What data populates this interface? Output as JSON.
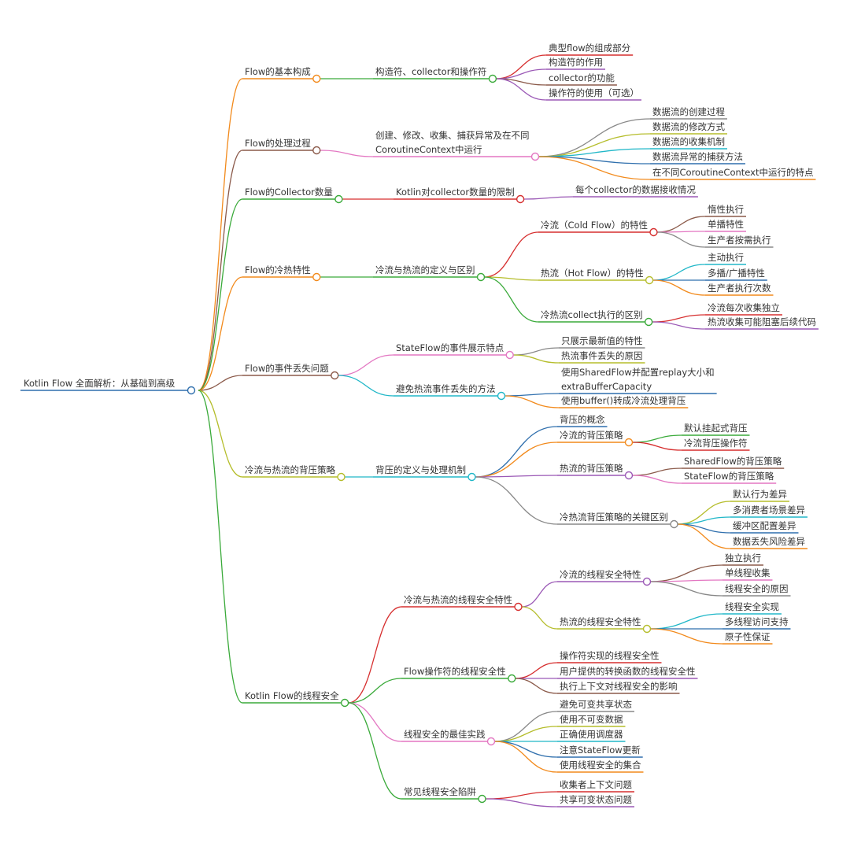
{
  "root": {
    "label": "Kotlin Flow 全面解析：从基础到高级",
    "color": "#2f6fad"
  },
  "branches": [
    {
      "label": "Flow的基本构成",
      "color": "#f28a1c",
      "children": [
        {
          "label": "构造符、collector和操作符",
          "color": "#3aaa3a",
          "children": [
            {
              "label": "典型flow的组成部分",
              "color": "#d62e2e"
            },
            {
              "label": "构造符的作用",
              "color": "#9b59b6"
            },
            {
              "label": "collector的功能",
              "color": "#8b5a4a"
            },
            {
              "label": "操作符的使用（可选）",
              "color": "#9b59b6"
            }
          ]
        }
      ]
    },
    {
      "label": "Flow的处理过程",
      "color": "#8b5a4a",
      "children": [
        {
          "label": "创建、修改、收集、捕获异常及在不同",
          "label2": "CoroutineContext中运行",
          "color": "#e377c2",
          "children": [
            {
              "label": "数据流的创建过程",
              "color": "#888888"
            },
            {
              "label": "数据流的修改方式",
              "color": "#b5bd2b"
            },
            {
              "label": "数据流的收集机制",
              "color": "#20b7c8"
            },
            {
              "label": "数据流异常的捕获方法",
              "color": "#2f6fad"
            },
            {
              "label": "在不同CoroutineContext中运行的特点",
              "color": "#f28a1c"
            }
          ]
        }
      ]
    },
    {
      "label": "Flow的Collector数量",
      "color": "#3aaa3a",
      "children": [
        {
          "label": "Kotlin对collector数量的限制",
          "color": "#d62e2e",
          "children": [
            {
              "label": "每个collector的数据接收情况",
              "color": "#9b59b6"
            }
          ]
        }
      ]
    },
    {
      "label": "Flow的冷热特性",
      "color": "#f28a1c",
      "children": [
        {
          "label": "冷流与热流的定义与区别",
          "color": "#3aaa3a",
          "children": [
            {
              "label": "冷流（Cold Flow）的特性",
              "color": "#d62e2e",
              "children": [
                {
                  "label": "惰性执行",
                  "color": "#8b5a4a"
                },
                {
                  "label": "单播特性",
                  "color": "#e377c2"
                },
                {
                  "label": "生产者按需执行",
                  "color": "#888888"
                }
              ]
            },
            {
              "label": "热流（Hot Flow）的特性",
              "color": "#b5bd2b",
              "children": [
                {
                  "label": "主动执行",
                  "color": "#20b7c8"
                },
                {
                  "label": "多播/广播特性",
                  "color": "#2f6fad"
                },
                {
                  "label": "生产者执行次数",
                  "color": "#f28a1c"
                }
              ]
            },
            {
              "label": "冷热流collect执行的区别",
              "color": "#3aaa3a",
              "children": [
                {
                  "label": "冷流每次收集独立",
                  "color": "#d62e2e"
                },
                {
                  "label": "热流收集可能阻塞后续代码",
                  "color": "#9b59b6"
                }
              ]
            }
          ]
        }
      ]
    },
    {
      "label": "Flow的事件丢失问题",
      "color": "#8b5a4a",
      "children": [
        {
          "label": "StateFlow的事件展示特点",
          "color": "#e377c2",
          "children": [
            {
              "label": "只展示最新值的特性",
              "color": "#888888"
            },
            {
              "label": "热流事件丢失的原因",
              "color": "#b5bd2b"
            }
          ]
        },
        {
          "label": "避免热流事件丢失的方法",
          "color": "#20b7c8",
          "children": [
            {
              "label": "使用SharedFlow并配置replay大小和",
              "label2": "extraBufferCapacity",
              "color": "#2f6fad"
            },
            {
              "label": "使用buffer()转成冷流处理背压",
              "color": "#f28a1c"
            }
          ]
        }
      ]
    },
    {
      "label": "冷流与热流的背压策略",
      "color": "#b5bd2b",
      "children": [
        {
          "label": "背压的定义与处理机制",
          "color": "#20b7c8",
          "children": [
            {
              "label": "背压的概念",
              "color": "#2f6fad"
            },
            {
              "label": "冷流的背压策略",
              "color": "#f28a1c",
              "children": [
                {
                  "label": "默认挂起式背压",
                  "color": "#3aaa3a"
                },
                {
                  "label": "冷流背压操作符",
                  "color": "#d62e2e"
                }
              ]
            },
            {
              "label": "热流的背压策略",
              "color": "#9b59b6",
              "children": [
                {
                  "label": "SharedFlow的背压策略",
                  "color": "#8b5a4a"
                },
                {
                  "label": "StateFlow的背压策略",
                  "color": "#e377c2"
                }
              ]
            },
            {
              "label": "冷热流背压策略的关键区别",
              "color": "#888888",
              "children": [
                {
                  "label": "默认行为差异",
                  "color": "#b5bd2b"
                },
                {
                  "label": "多消费者场景差异",
                  "color": "#20b7c8"
                },
                {
                  "label": "缓冲区配置差异",
                  "color": "#2f6fad"
                },
                {
                  "label": "数据丢失风险差异",
                  "color": "#f28a1c"
                }
              ]
            }
          ]
        }
      ]
    },
    {
      "label": "Kotlin Flow的线程安全",
      "color": "#3aaa3a",
      "children": [
        {
          "label": "冷流与热流的线程安全特性",
          "color": "#d62e2e",
          "children": [
            {
              "label": "冷流的线程安全特性",
              "color": "#9b59b6",
              "children": [
                {
                  "label": "独立执行",
                  "color": "#8b5a4a"
                },
                {
                  "label": "单线程收集",
                  "color": "#e377c2"
                },
                {
                  "label": "线程安全的原因",
                  "color": "#888888"
                }
              ]
            },
            {
              "label": "热流的线程安全特性",
              "color": "#b5bd2b",
              "children": [
                {
                  "label": "线程安全实现",
                  "color": "#20b7c8"
                },
                {
                  "label": "多线程访问支持",
                  "color": "#2f6fad"
                },
                {
                  "label": "原子性保证",
                  "color": "#f28a1c"
                }
              ]
            }
          ]
        },
        {
          "label": "Flow操作符的线程安全性",
          "color": "#3aaa3a",
          "children": [
            {
              "label": "操作符实现的线程安全性",
              "color": "#d62e2e"
            },
            {
              "label": "用户提供的转换函数的线程安全性",
              "color": "#9b59b6"
            },
            {
              "label": "执行上下文对线程安全的影响",
              "color": "#8b5a4a"
            }
          ]
        },
        {
          "label": "线程安全的最佳实践",
          "color": "#e377c2",
          "children": [
            {
              "label": "避免可变共享状态",
              "color": "#888888"
            },
            {
              "label": "使用不可变数据",
              "color": "#b5bd2b"
            },
            {
              "label": "正确使用调度器",
              "color": "#20b7c8"
            },
            {
              "label": "注意StateFlow更新",
              "color": "#2f6fad"
            },
            {
              "label": "使用线程安全的集合",
              "color": "#f28a1c"
            }
          ]
        },
        {
          "label": "常见线程安全陷阱",
          "color": "#3aaa3a",
          "children": [
            {
              "label": "收集者上下文问题",
              "color": "#d62e2e"
            },
            {
              "label": "共享可变状态问题",
              "color": "#9b59b6"
            }
          ]
        }
      ]
    }
  ]
}
